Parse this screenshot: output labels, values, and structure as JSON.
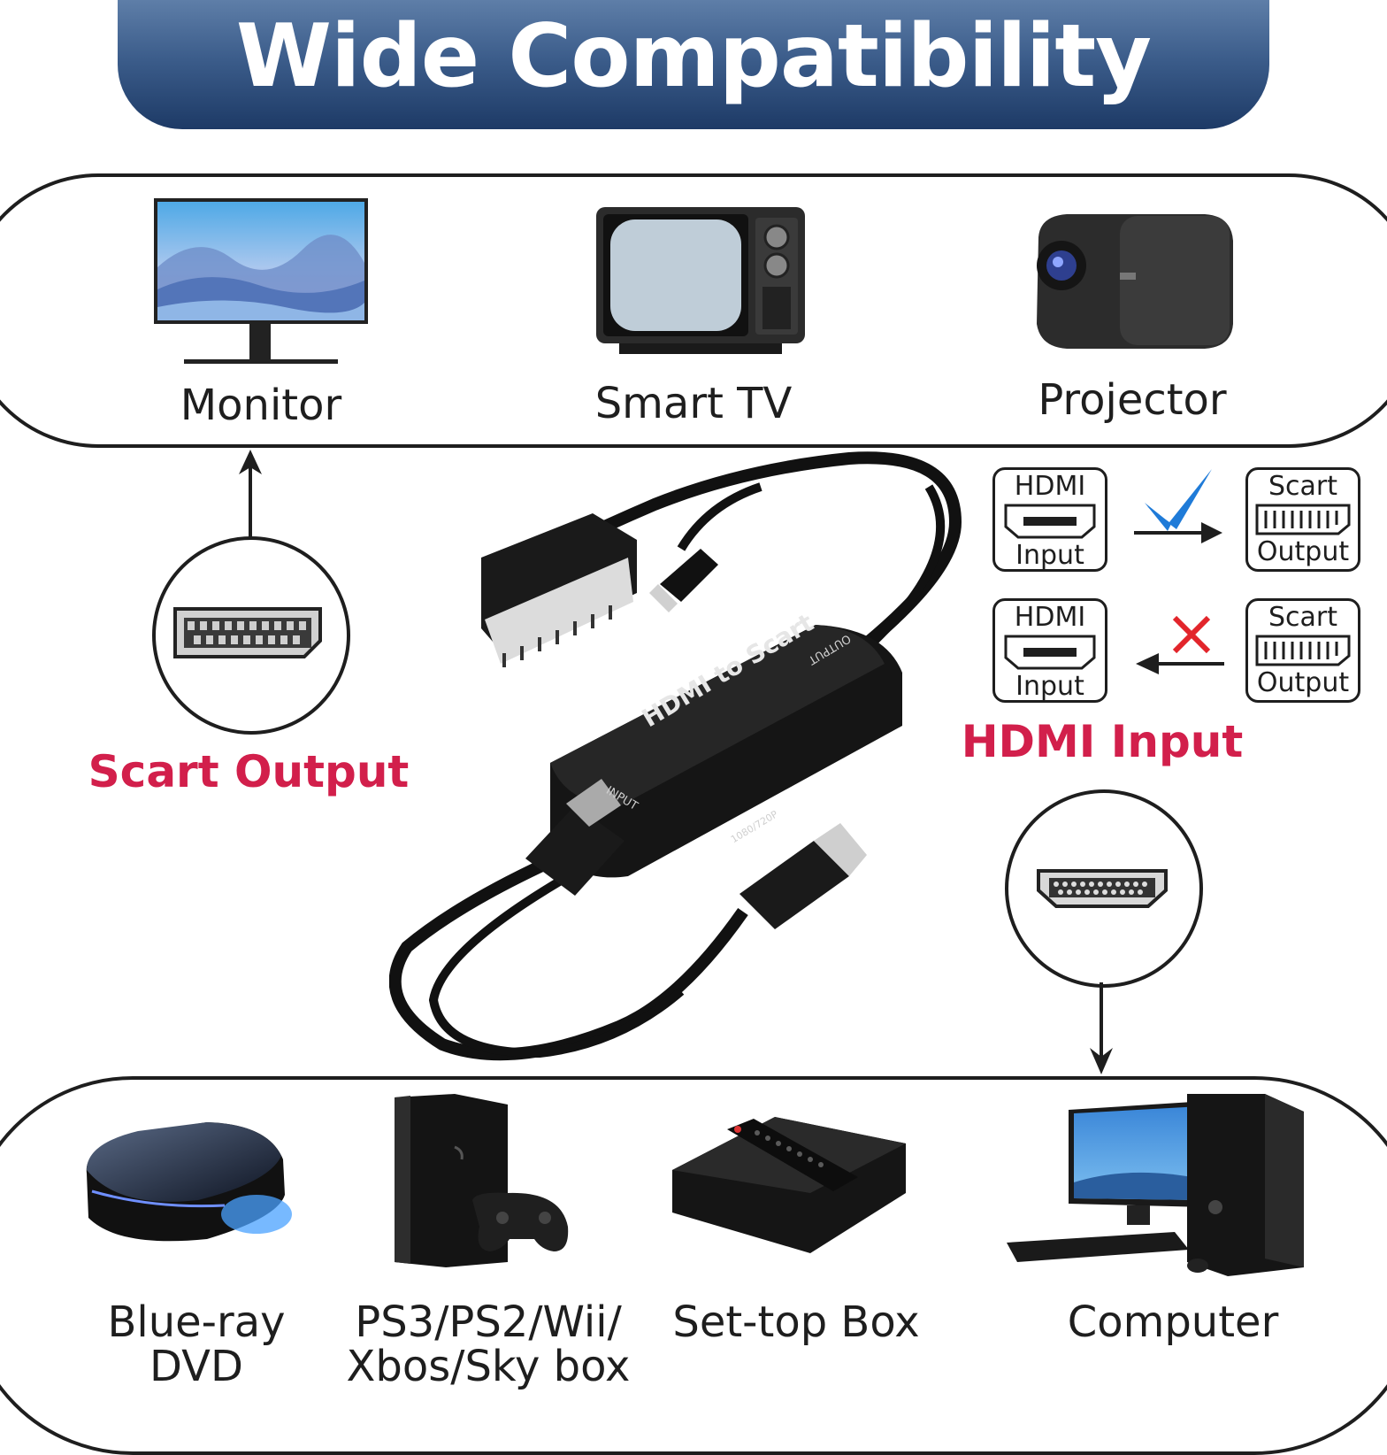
{
  "title": "Wide Compatibility",
  "outputs": [
    {
      "label": "Monitor",
      "icon": "monitor-icon"
    },
    {
      "label": "Smart TV",
      "icon": "tv-icon"
    },
    {
      "label": "Projector",
      "icon": "projector-icon"
    }
  ],
  "scart_output_label": "Scart Output",
  "hdmi_input_label": "HDMI Input",
  "adapter": {
    "product_text": "HDMI to Scart",
    "output_text": "OUTPUT",
    "input_text": "INPUT",
    "switch_text": "1080/720P"
  },
  "compatibility": {
    "rows": [
      {
        "left_top": "HDMI",
        "left_bottom": "Input",
        "right_top": "Scart",
        "right_bottom": "Output",
        "status": "supported",
        "status_icon": "checkmark-icon"
      },
      {
        "left_top": "HDMI",
        "left_bottom": "Input",
        "right_top": "Scart",
        "right_bottom": "Output",
        "status": "not-supported",
        "status_icon": "cross-icon"
      }
    ]
  },
  "sources": {
    "bluray": {
      "line1": "Blue-ray",
      "line2": "DVD",
      "icon": "bluray-player-icon"
    },
    "console": {
      "line1": "PS3/PS2/Wii/",
      "line2": "Xbos/Sky box",
      "icon": "game-console-icon"
    },
    "settop": {
      "label": "Set-top Box",
      "icon": "set-top-box-icon"
    },
    "computer": {
      "label": "Computer",
      "icon": "computer-icon"
    }
  },
  "colors": {
    "accent_red": "#d21f4b",
    "check_blue": "#1f7bd8",
    "banner_blue": "#2f4f7f"
  }
}
